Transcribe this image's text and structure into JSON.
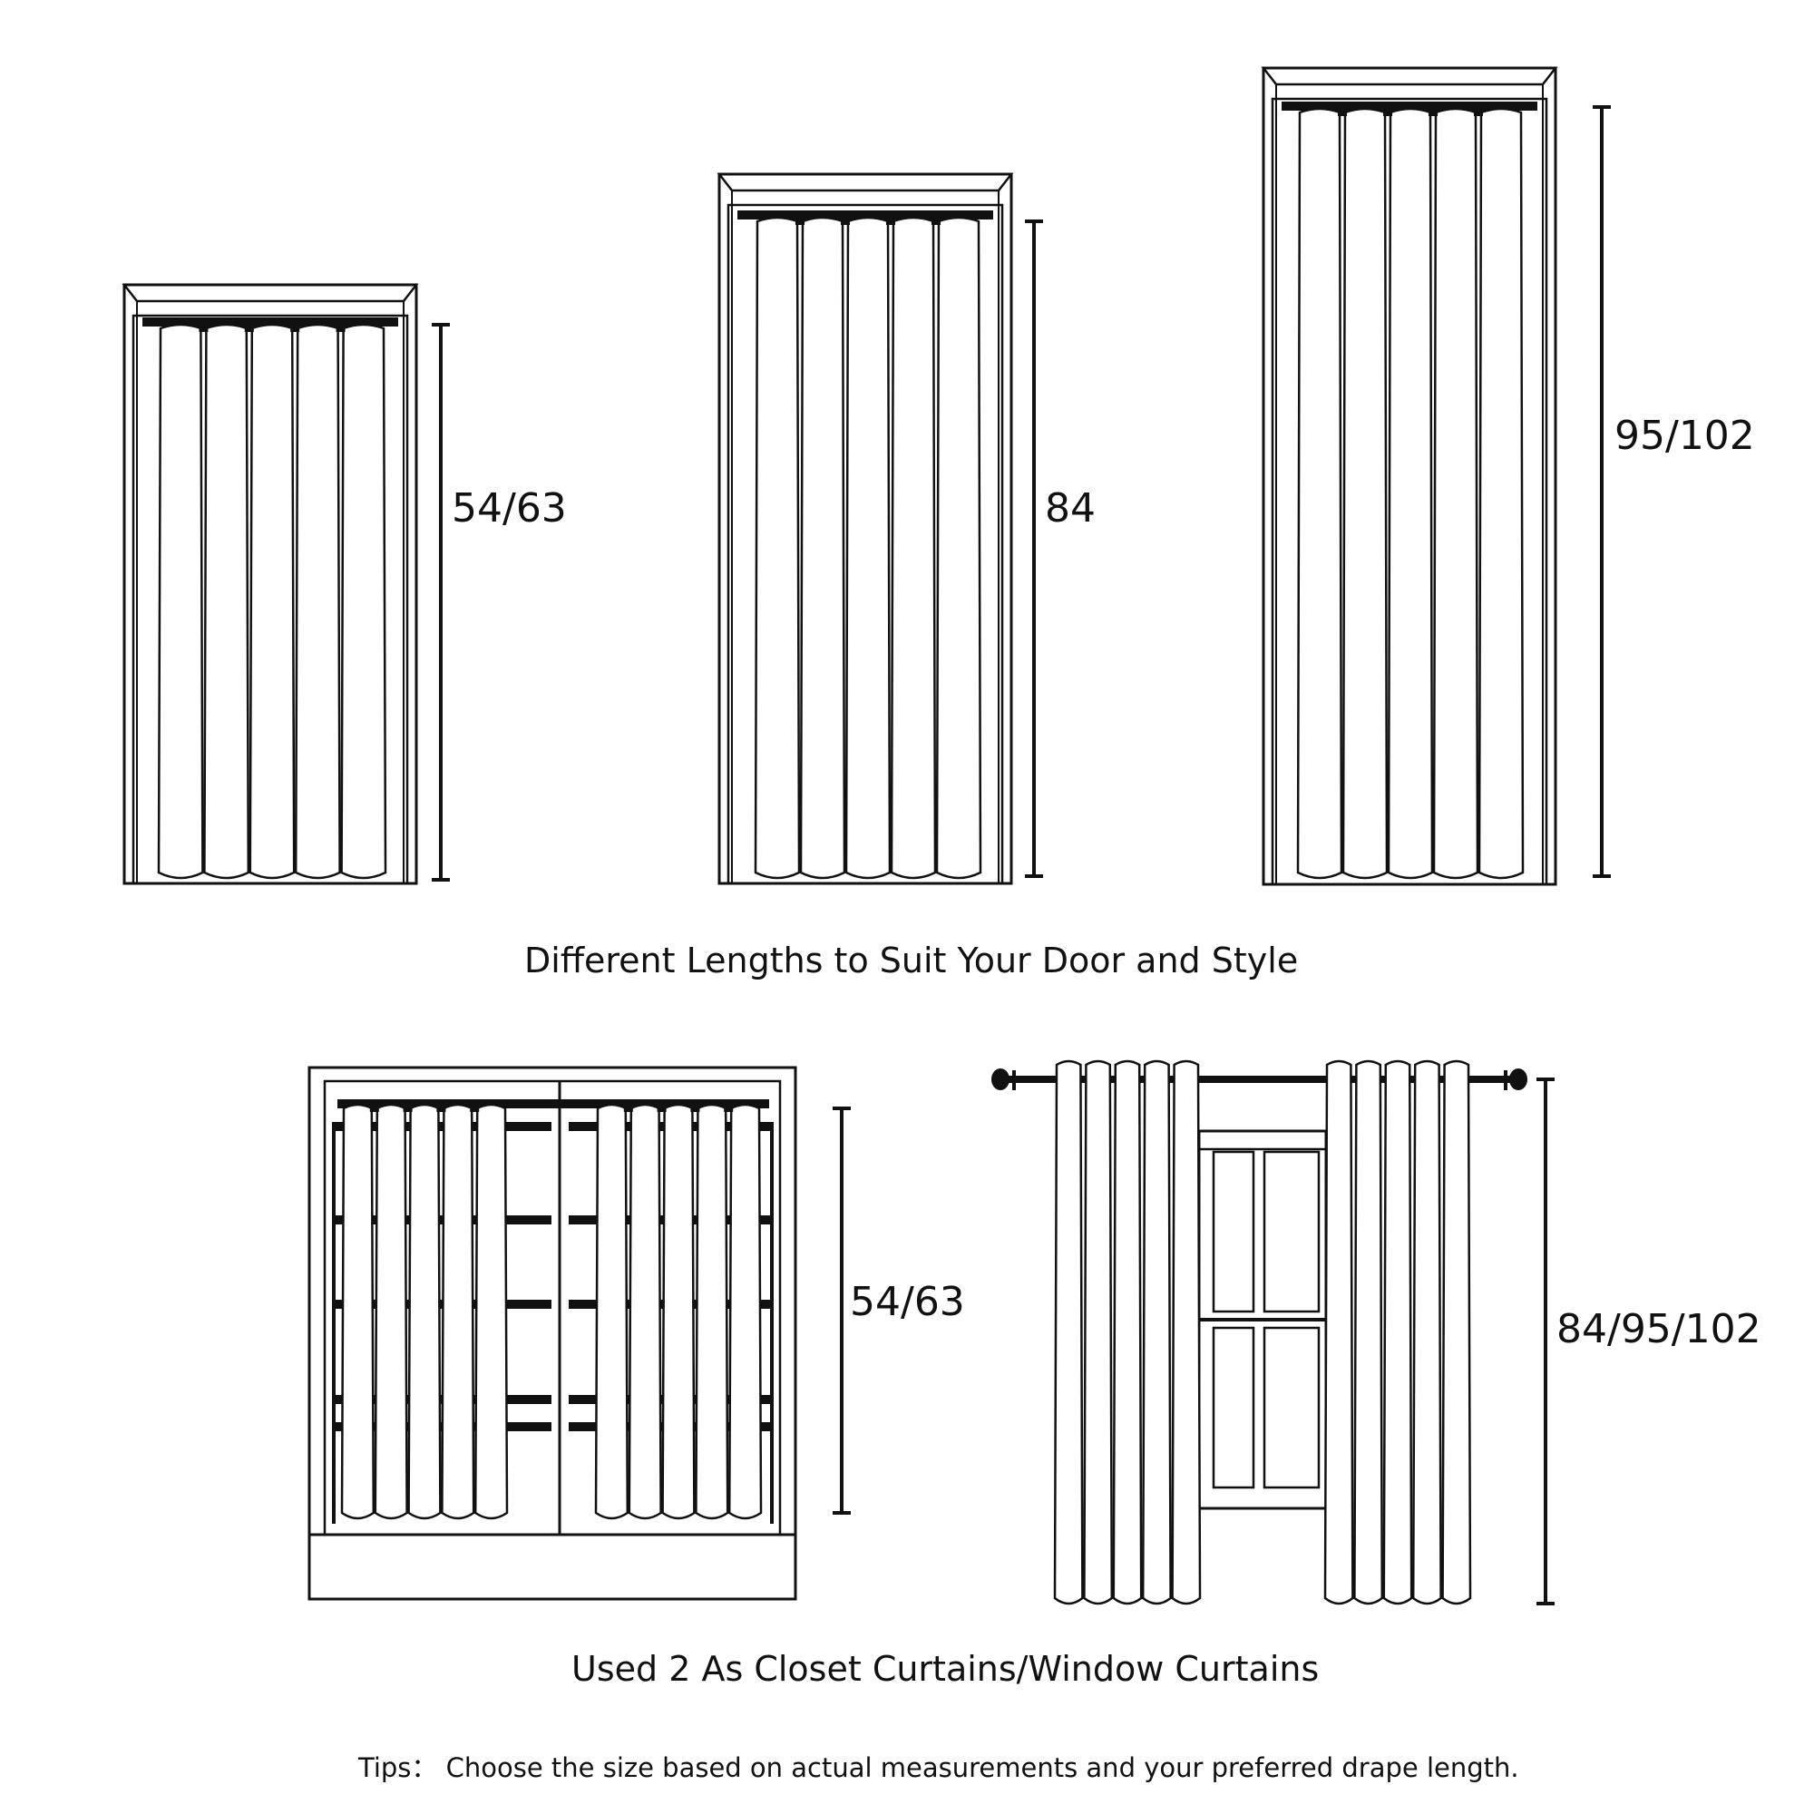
{
  "measurements": {
    "door1": "54/63",
    "door2": "84",
    "door3": "95/102",
    "closet": "54/63",
    "window": "84/95/102"
  },
  "captions": {
    "lengths": "Different Lengths to Suit Your Door and Style",
    "usage": "Used 2 As Closet Curtains/Window Curtains",
    "tips": "Tips： Choose the size based on actual measurements and your preferred drape length."
  },
  "colors": {
    "ink": "#111111",
    "fabric": "#ffffff",
    "background": "#ffffff"
  }
}
